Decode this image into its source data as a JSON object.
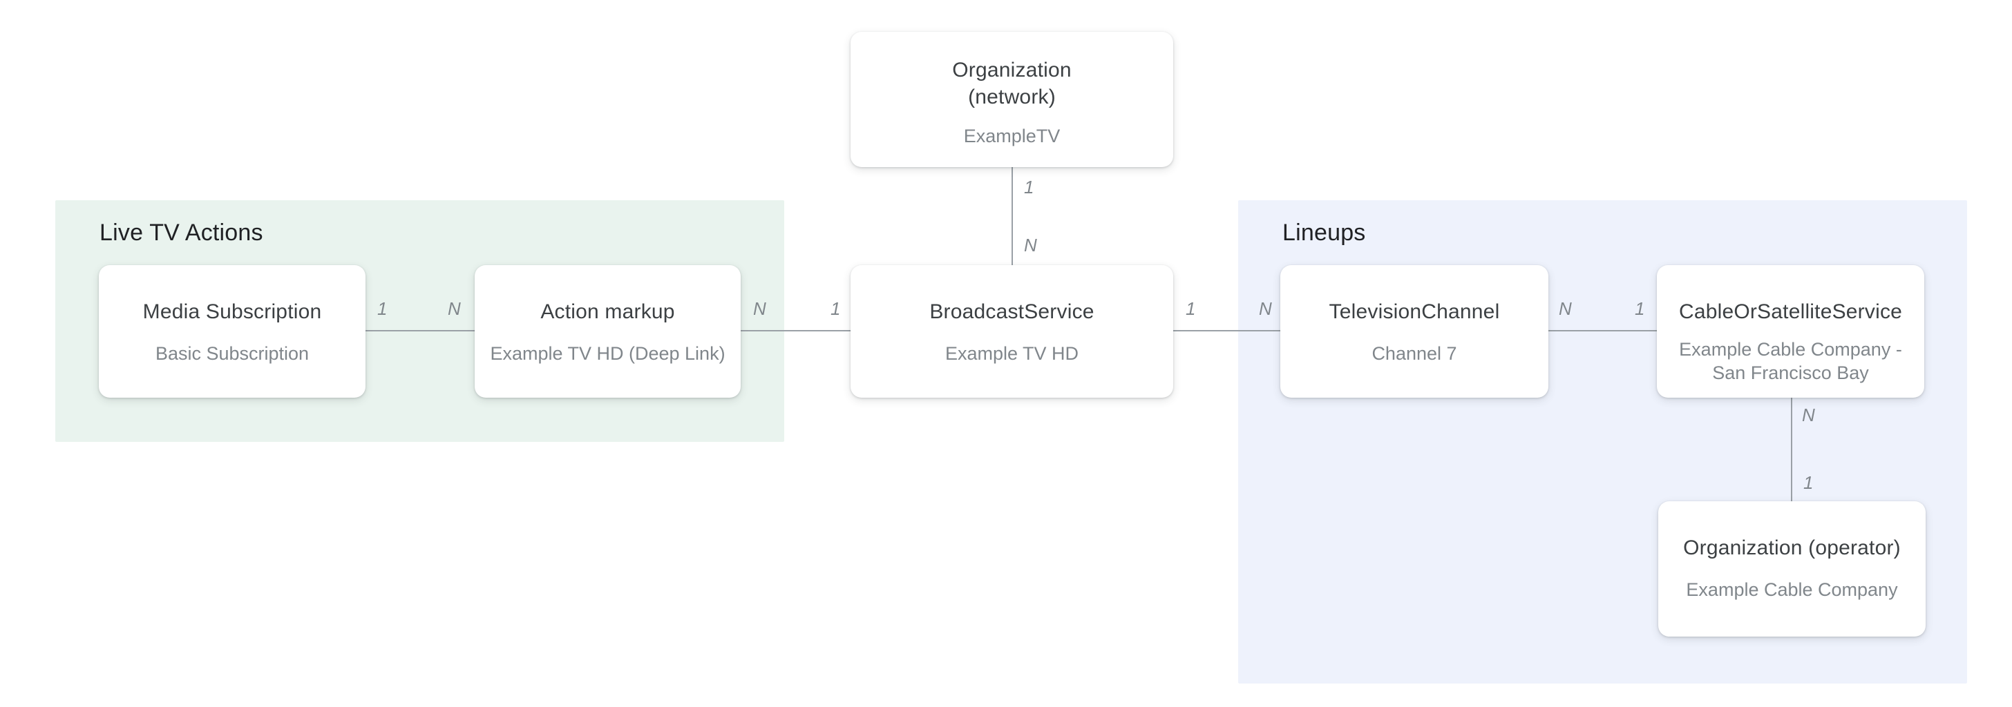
{
  "diagram": {
    "regions": [
      {
        "id": "live-tv-actions",
        "title": "Live TV Actions",
        "background": "#e9f3ee"
      },
      {
        "id": "lineups",
        "title": "Lineups",
        "background": "#eef2fc"
      }
    ],
    "nodes": [
      {
        "id": "organization-network",
        "title": "Organization\n(network)",
        "subtitle": "ExampleTV"
      },
      {
        "id": "media-subscription",
        "title": "Media Subscription",
        "subtitle": "Basic Subscription"
      },
      {
        "id": "action-markup",
        "title": "Action markup",
        "subtitle": "Example TV HD (Deep Link)"
      },
      {
        "id": "broadcast-service",
        "title": "BroadcastService",
        "subtitle": "Example TV HD"
      },
      {
        "id": "television-channel",
        "title": "TelevisionChannel",
        "subtitle": "Channel 7"
      },
      {
        "id": "cable-or-satellite-service",
        "title": "CableOrSatelliteService",
        "subtitle": "Example Cable Company -\nSan Francisco Bay"
      },
      {
        "id": "organization-operator",
        "title": "Organization (operator)",
        "subtitle": "Example Cable Company"
      }
    ],
    "connectors": [
      {
        "id": "network-broadcast",
        "from": "organization-network",
        "to": "broadcast-service",
        "from_label": "1",
        "to_label": "N"
      },
      {
        "id": "mediasub-action",
        "from": "media-subscription",
        "to": "action-markup",
        "from_label": "1",
        "to_label": "N"
      },
      {
        "id": "action-broadcast",
        "from": "action-markup",
        "to": "broadcast-service",
        "from_label": "N",
        "to_label": "1"
      },
      {
        "id": "broadcast-tv",
        "from": "broadcast-service",
        "to": "television-channel",
        "from_label": "1",
        "to_label": "N"
      },
      {
        "id": "tv-cable",
        "from": "television-channel",
        "to": "cable-or-satellite-service",
        "from_label": "N",
        "to_label": "1"
      },
      {
        "id": "cable-operator",
        "from": "cable-or-satellite-service",
        "to": "organization-operator",
        "from_label": "N",
        "to_label": "1"
      }
    ],
    "colors": {
      "page_background": "#ffffff",
      "live_tv_actions_background": "#e9f3ee",
      "lineups_background": "#eef2fc",
      "node_background": "#ffffff",
      "node_title_text": "#3c4043",
      "node_subtitle_text": "#80868b",
      "section_title_text": "#202124",
      "connector_line": "#9aa0a6",
      "cardinality_text": "#80868b"
    }
  }
}
